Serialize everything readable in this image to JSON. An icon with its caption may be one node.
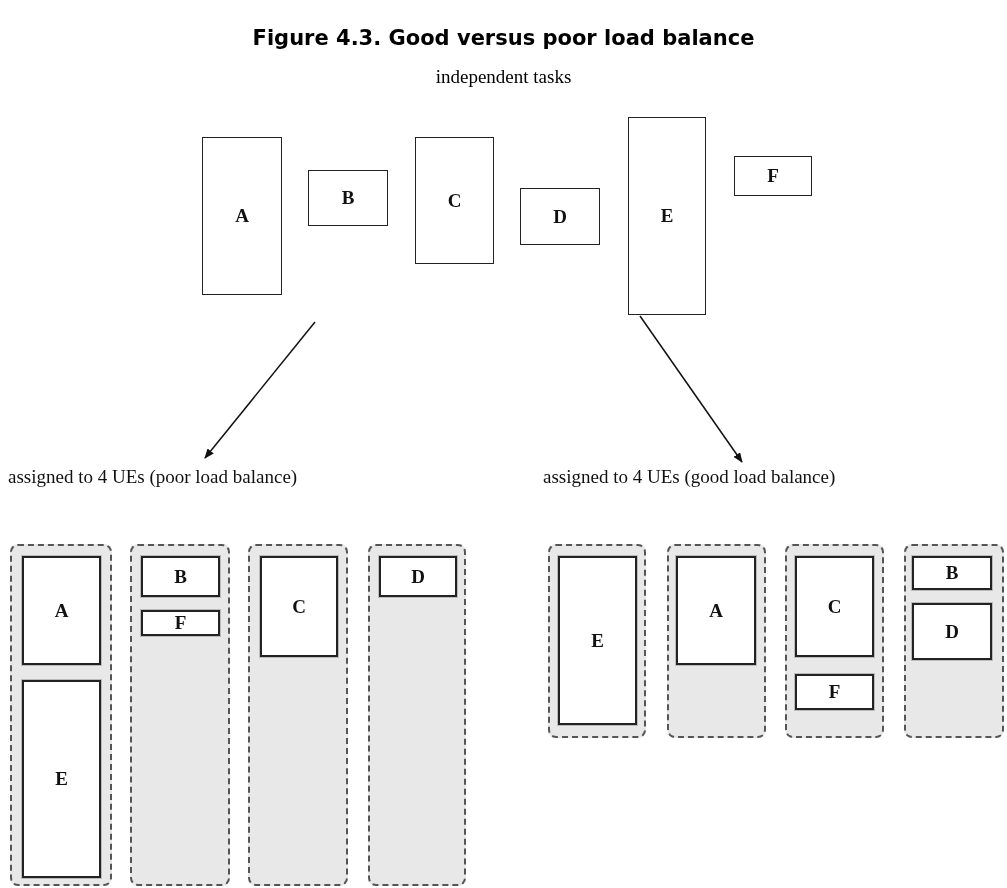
{
  "diagram": {
    "title": "Figure 4.3. Good versus poor load balance",
    "nodes": [
      {
        "text": [
          "A"
        ]
      },
      {
        "text": [
          "B"
        ]
      },
      {
        "text": [
          "C"
        ]
      },
      {
        "text": [
          "D"
        ]
      },
      {
        "text": [
          "E"
        ]
      },
      {
        "text": [
          "F"
        ]
      },
      {
        "text": [
          "assigned to 4 UEs (poor load balance)"
        ]
      },
      {
        "text": [
          "assigned to 4 UEs (good load balance)"
        ]
      },
      {
        "text": [],
        "shape": "box"
      },
      {
        "text": [
          "A"
        ],
        "in": 8
      },
      {
        "text": [
          "E"
        ],
        "in": 8
      },
      {
        "text": [],
        "shape": "box"
      },
      {
        "text": [
          "B"
        ],
        "in": 11
      },
      {
        "text": [
          "F"
        ],
        "in": 11
      },
      {
        "text": [],
        "shape": "box"
      },
      {
        "text": [
          "C"
        ],
        "in": 14
      },
      {
        "text": [],
        "shape": "box"
      },
      {
        "text": [
          "D"
        ],
        "in": 16
      },
      {
        "text": [],
        "shape": "box"
      },
      {
        "text": [
          "E"
        ],
        "in": 18
      },
      {
        "text": [],
        "shape": "box"
      },
      {
        "text": [
          "A"
        ],
        "in": 20
      },
      {
        "text": [],
        "shape": "box"
      },
      {
        "text": [
          "C"
        ],
        "in": 22
      },
      {
        "text": [
          "F"
        ],
        "in": 22
      },
      {
        "text": [],
        "shape": "box"
      },
      {
        "text": [
          "B"
        ],
        "in": 25
      },
      {
        "text": [
          "D"
        ],
        "in": 25
      }
    ],
    "edges": [
      {
        "from": null,
        "to": 6,
        "arrow": "to"
      },
      {
        "from": 4,
        "to": 7,
        "arrow": "to"
      }
    ],
    "labels": [
      "independent tasks"
    ]
  }
}
